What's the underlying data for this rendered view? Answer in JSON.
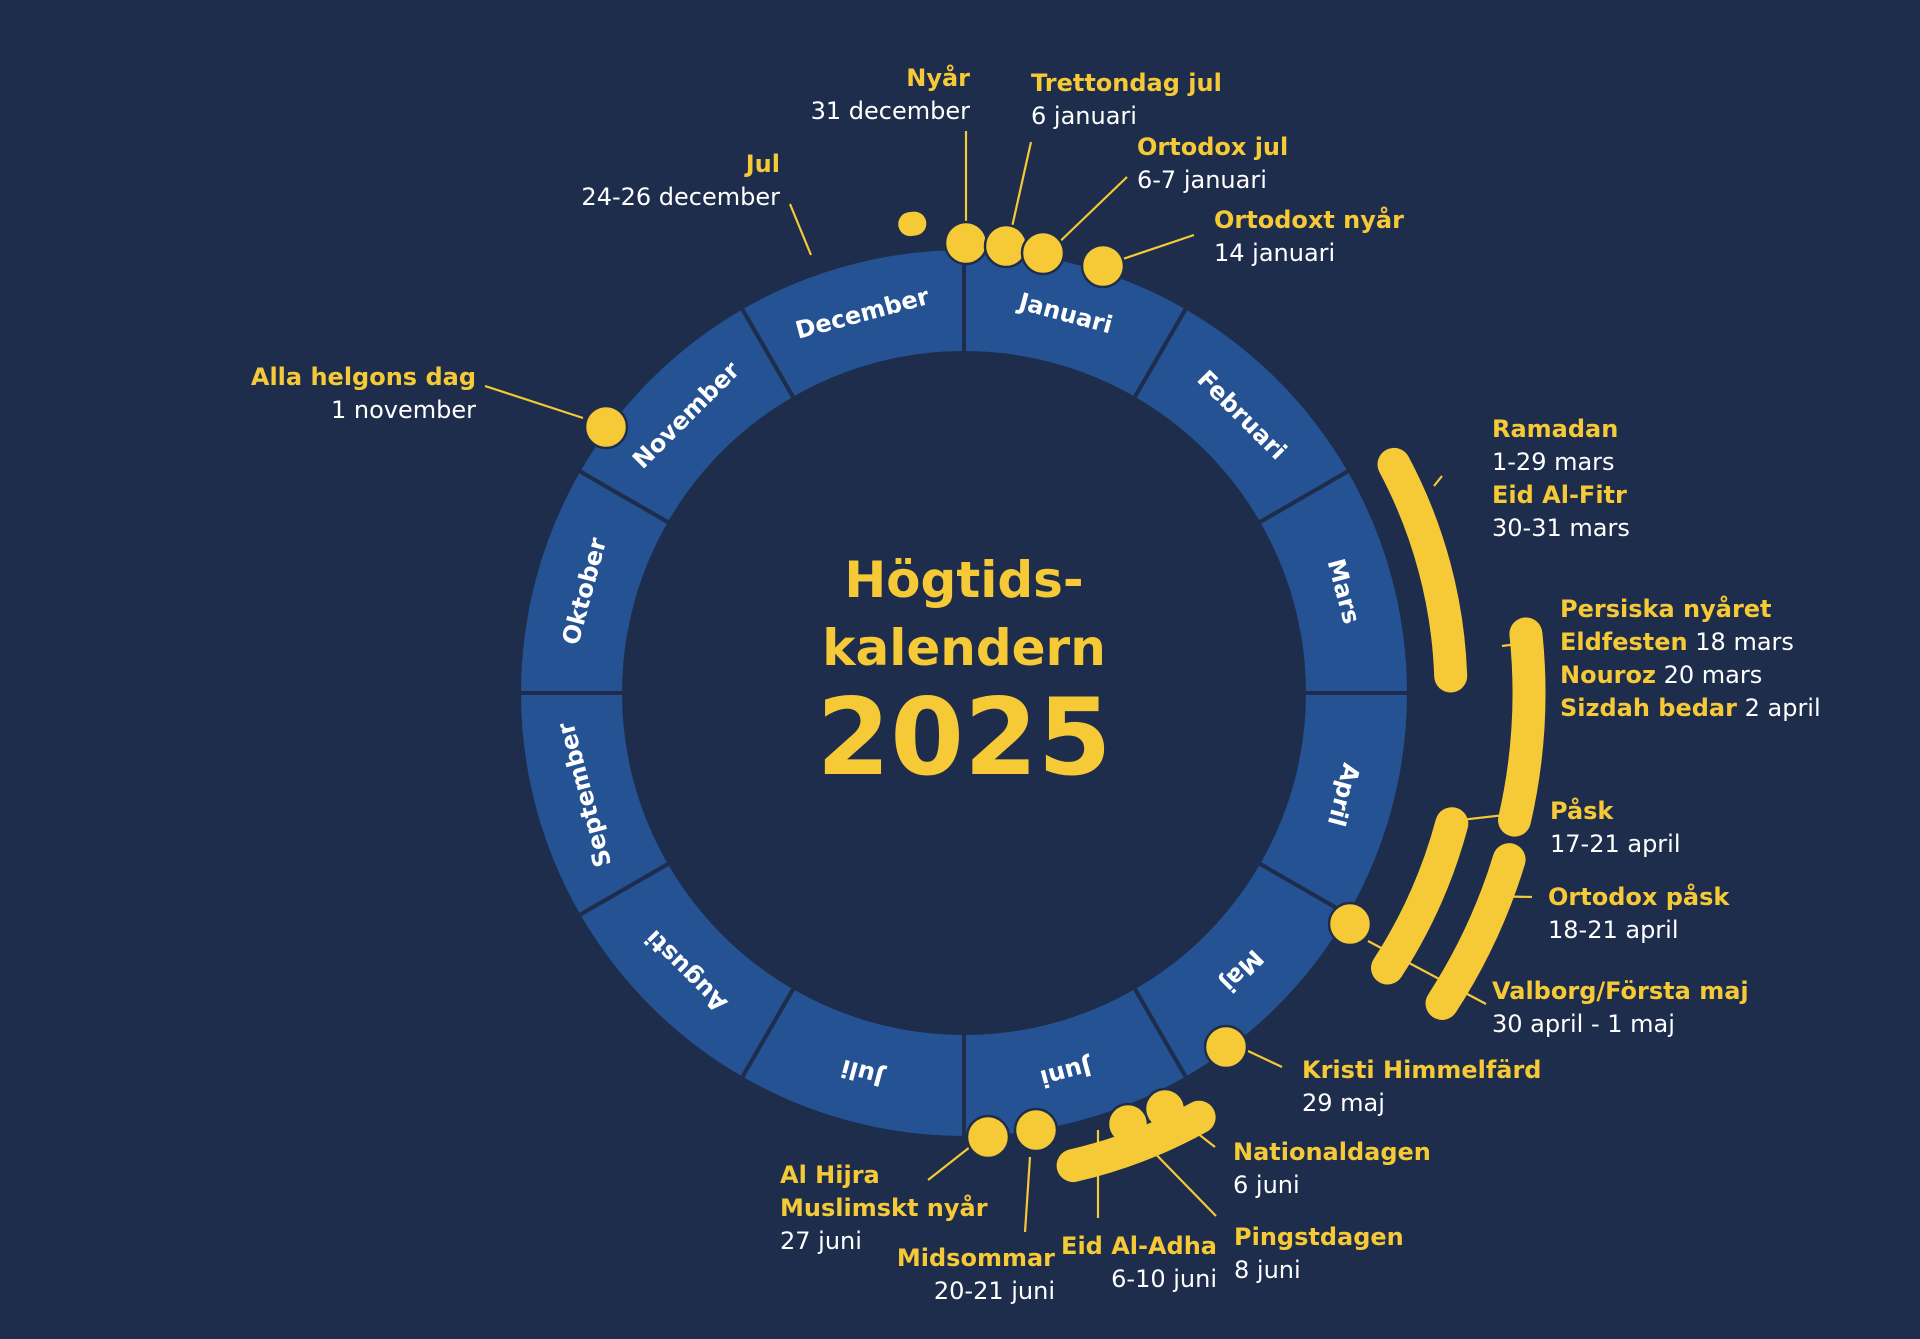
{
  "colors": {
    "background": "#1d2d4b",
    "ring": "#255293",
    "ring_divider": "#1d2d4b",
    "accent": "#f6c937",
    "date_text": "#ffffff"
  },
  "center": {
    "line1": "Högtids-",
    "line2": "kalendern",
    "year": "2025"
  },
  "months": [
    "Januari",
    "Februari",
    "Mars",
    "April",
    "Maj",
    "Juni",
    "Juli",
    "Augusti",
    "September",
    "Oktober",
    "November",
    "December"
  ],
  "holidays": [
    {
      "id": "nyar",
      "lines": [
        {
          "parts": [
            {
              "text": "Nyår",
              "kind": "title"
            }
          ]
        },
        {
          "parts": [
            {
              "text": "31 december",
              "kind": "date"
            }
          ]
        }
      ],
      "start": "12-31"
    },
    {
      "id": "trettondag-jul",
      "lines": [
        {
          "parts": [
            {
              "text": "Trettondag jul",
              "kind": "title"
            }
          ]
        },
        {
          "parts": [
            {
              "text": "6 januari",
              "kind": "date"
            }
          ]
        }
      ],
      "start": "01-06"
    },
    {
      "id": "ortodox-jul",
      "lines": [
        {
          "parts": [
            {
              "text": "Ortodox jul",
              "kind": "title"
            }
          ]
        },
        {
          "parts": [
            {
              "text": "6-7 januari",
              "kind": "date"
            }
          ]
        }
      ],
      "start": "01-06",
      "end": "01-07"
    },
    {
      "id": "ortodoxt-nyar",
      "lines": [
        {
          "parts": [
            {
              "text": "Ortodoxt nyår",
              "kind": "title"
            }
          ]
        },
        {
          "parts": [
            {
              "text": "14 januari",
              "kind": "date"
            }
          ]
        }
      ],
      "start": "01-14"
    },
    {
      "id": "jul",
      "lines": [
        {
          "parts": [
            {
              "text": "Jul",
              "kind": "title"
            }
          ]
        },
        {
          "parts": [
            {
              "text": "24-26 december",
              "kind": "date"
            }
          ]
        }
      ],
      "start": "12-24",
      "end": "12-26"
    },
    {
      "id": "alla-helgons-dag",
      "lines": [
        {
          "parts": [
            {
              "text": "Alla helgons dag",
              "kind": "title"
            }
          ]
        },
        {
          "parts": [
            {
              "text": "1 november",
              "kind": "date"
            }
          ]
        }
      ],
      "start": "11-01"
    },
    {
      "id": "ramadan-eid",
      "lines": [
        {
          "parts": [
            {
              "text": "Ramadan",
              "kind": "title"
            }
          ]
        },
        {
          "parts": [
            {
              "text": "1-29 mars",
              "kind": "date"
            }
          ]
        },
        {
          "parts": [
            {
              "text": "Eid Al-Fitr",
              "kind": "title"
            }
          ]
        },
        {
          "parts": [
            {
              "text": "30-31 mars",
              "kind": "date"
            }
          ]
        }
      ],
      "start": "03-01",
      "end": "03-31"
    },
    {
      "id": "persiska-nyaret",
      "lines": [
        {
          "parts": [
            {
              "text": "Persiska nyåret",
              "kind": "title"
            }
          ]
        },
        {
          "parts": [
            {
              "text": "Eldfesten",
              "kind": "title"
            },
            {
              "text": " 18 mars",
              "kind": "date"
            }
          ]
        },
        {
          "parts": [
            {
              "text": "Nouroz",
              "kind": "title"
            },
            {
              "text": " 20 mars",
              "kind": "date"
            }
          ]
        },
        {
          "parts": [
            {
              "text": "Sizdah bedar",
              "kind": "title"
            },
            {
              "text": " 2 april",
              "kind": "date"
            }
          ]
        }
      ],
      "start": "03-18",
      "end": "04-02"
    },
    {
      "id": "pask",
      "lines": [
        {
          "parts": [
            {
              "text": "Påsk",
              "kind": "title"
            }
          ]
        },
        {
          "parts": [
            {
              "text": "17-21 april",
              "kind": "date"
            }
          ]
        }
      ],
      "start": "04-17",
      "end": "04-21"
    },
    {
      "id": "ortodox-pask",
      "lines": [
        {
          "parts": [
            {
              "text": "Ortodox påsk",
              "kind": "title"
            }
          ]
        },
        {
          "parts": [
            {
              "text": "18-21 april",
              "kind": "date"
            }
          ]
        }
      ],
      "start": "04-18",
      "end": "04-21"
    },
    {
      "id": "valborg",
      "lines": [
        {
          "parts": [
            {
              "text": "Valborg/Första maj",
              "kind": "title"
            }
          ]
        },
        {
          "parts": [
            {
              "text": "30 april - 1 maj",
              "kind": "date"
            }
          ]
        }
      ],
      "start": "04-30",
      "end": "05-01"
    },
    {
      "id": "kristi-himmelfard",
      "lines": [
        {
          "parts": [
            {
              "text": "Kristi Himmelfärd",
              "kind": "title"
            }
          ]
        },
        {
          "parts": [
            {
              "text": "29 maj",
              "kind": "date"
            }
          ]
        }
      ],
      "start": "05-29"
    },
    {
      "id": "nationaldagen",
      "lines": [
        {
          "parts": [
            {
              "text": "Nationaldagen",
              "kind": "title"
            }
          ]
        },
        {
          "parts": [
            {
              "text": "6 juni",
              "kind": "date"
            }
          ]
        }
      ],
      "start": "06-06"
    },
    {
      "id": "pingstdagen",
      "lines": [
        {
          "parts": [
            {
              "text": "Pingstdagen",
              "kind": "title"
            }
          ]
        },
        {
          "parts": [
            {
              "text": "8 juni",
              "kind": "date"
            }
          ]
        }
      ],
      "start": "06-08"
    },
    {
      "id": "eid-al-adha",
      "lines": [
        {
          "parts": [
            {
              "text": "Eid Al-Adha",
              "kind": "title"
            }
          ]
        },
        {
          "parts": [
            {
              "text": "6-10 juni",
              "kind": "date"
            }
          ]
        }
      ],
      "start": "06-06",
      "end": "06-10"
    },
    {
      "id": "midsommar",
      "lines": [
        {
          "parts": [
            {
              "text": "Midsommar",
              "kind": "title"
            }
          ]
        },
        {
          "parts": [
            {
              "text": "20-21 juni",
              "kind": "date"
            }
          ]
        }
      ],
      "start": "06-20",
      "end": "06-21"
    },
    {
      "id": "al-hijra",
      "lines": [
        {
          "parts": [
            {
              "text": "Al Hijra",
              "kind": "title"
            }
          ]
        },
        {
          "parts": [
            {
              "text": "Muslimskt nyår",
              "kind": "title"
            }
          ]
        },
        {
          "parts": [
            {
              "text": "27 juni",
              "kind": "date"
            }
          ]
        }
      ],
      "start": "06-27"
    }
  ]
}
